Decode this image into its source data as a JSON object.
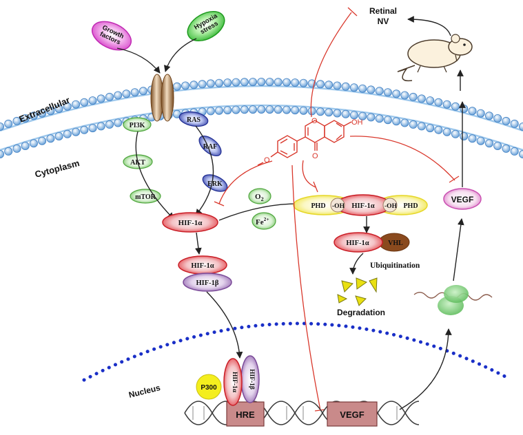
{
  "labels": {
    "extracellular": "Extracellular",
    "cytoplasm": "Cytoplasm",
    "nucleus": "Nucleus",
    "growth_factors": "Growth factors",
    "hypoxia_stress": "Hypoxia stress",
    "retinal_nv": "Retinal NV",
    "pi3k": "PI3K",
    "akt": "AKT",
    "mtor": "mTOR",
    "ras": "RAS",
    "raf": "RAF",
    "erk": "ERK",
    "hif1a": "HIF-1α",
    "hif1b": "HIF-1β",
    "o2": "O",
    "o2_sub": "2",
    "fe": "Fe",
    "fe_sup": "2+",
    "phd": "PHD",
    "oh": "-OH",
    "vhl": "VHL",
    "ubiquitination": "Ubiquitination",
    "degradation": "Degradation",
    "vegf": "VEGF",
    "p300": "P300",
    "hre": "HRE",
    "oh_group": "OH",
    "o_ring": "O",
    "o_carbonyl": "O",
    "o_methoxy": "O"
  },
  "colors": {
    "membrane": "#7fb6e6",
    "inhibition": "#d9372b",
    "arrow": "#222222",
    "nucleus_border": "#1a2fc7",
    "pi3k_branch": "#7ccc62",
    "ras_branch": "#2c3fb8",
    "hif_red": "#e0333a",
    "hif_purple": "#8a5aa8",
    "phd_yellow": "#f3ea3c",
    "vhl_brown": "#8a4a1e",
    "dna_box": "#c98a8a",
    "p300_yellow": "#f4ee1e",
    "ribosome_green": "#7ed47a",
    "growth_factor_magenta": "#e56fd9",
    "hypoxia_green": "#4bd04b"
  },
  "icons": [
    "rat-icon",
    "receptor-icon",
    "ribosome-icon",
    "dna-helix-icon",
    "compound-structure-icon",
    "degradation-triangles-icon"
  ]
}
